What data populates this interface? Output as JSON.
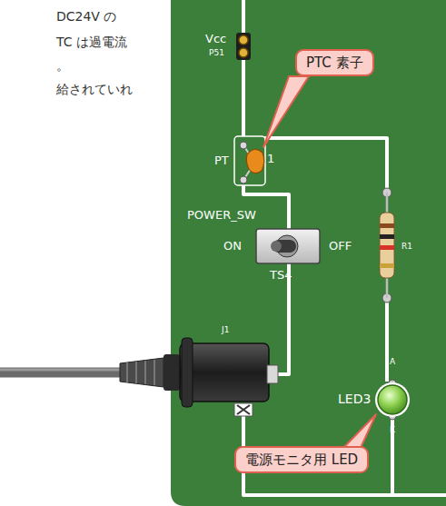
{
  "diagram": {
    "nodes": [
      {
        "text": [
          "PTC 素子"
        ]
      },
      {
        "text": [
          "電源モニタ用 LED"
        ]
      }
    ],
    "labels": [
      "DC24V の",
      "TC は過電流",
      "。",
      "給されていれ",
      "Vcc",
      "P51",
      "PT",
      "1",
      "POWER_SW",
      "ON",
      "OFF",
      "TS4",
      "R1",
      "J1",
      "A",
      "LED3",
      "K"
    ]
  }
}
